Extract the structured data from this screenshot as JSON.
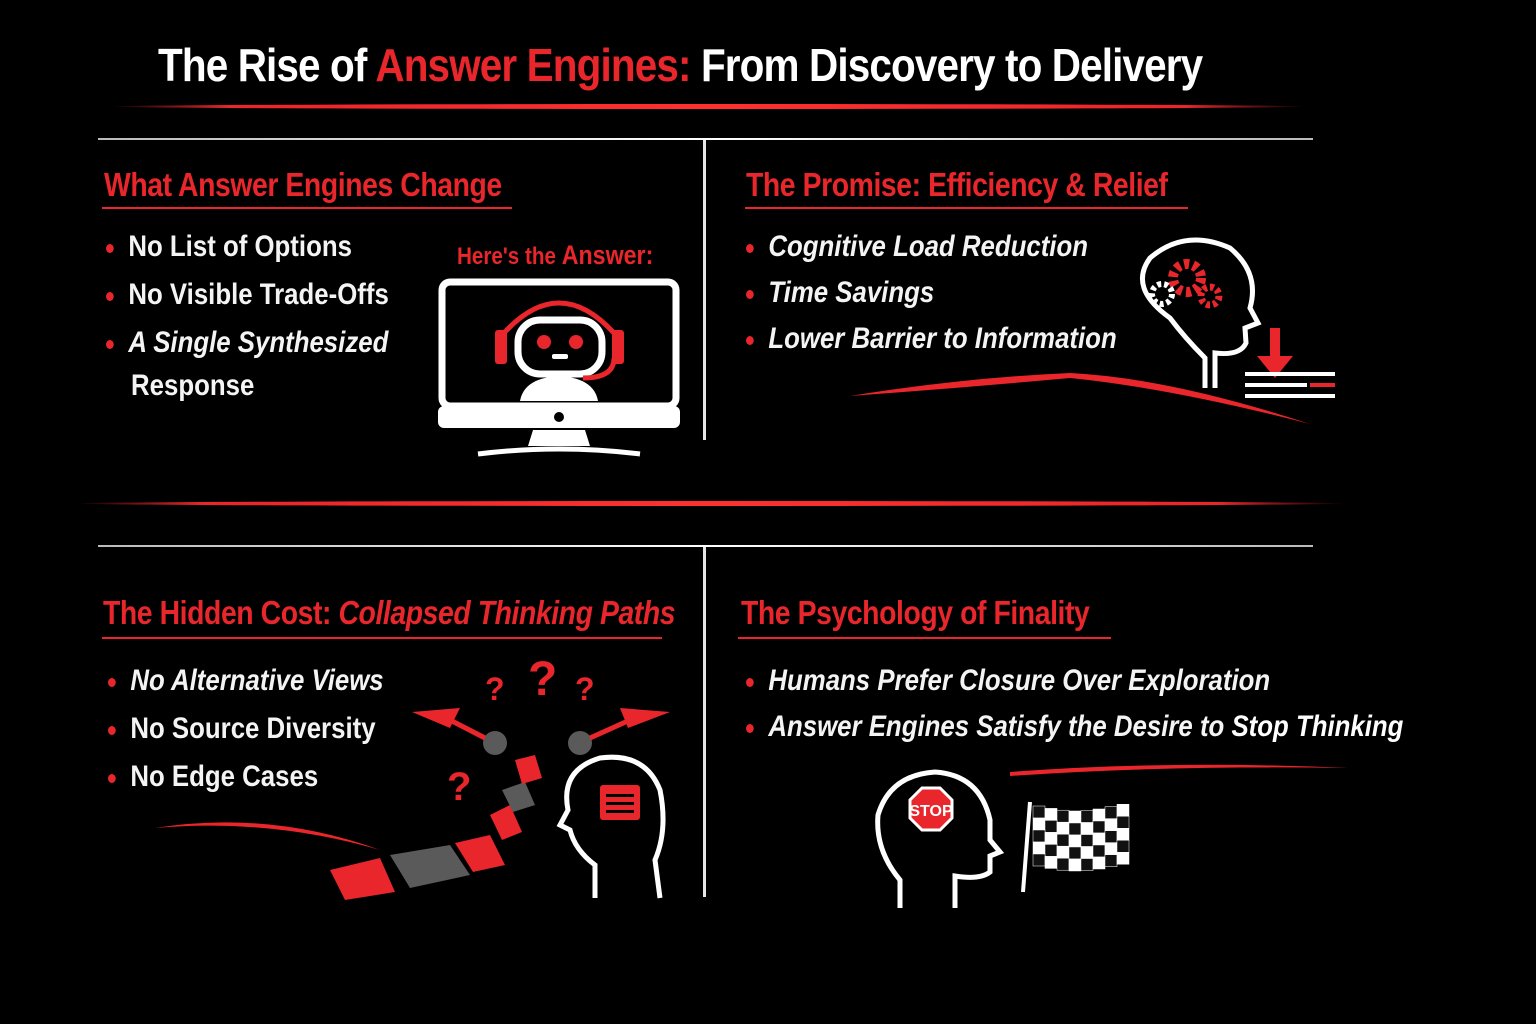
{
  "title": {
    "prefix": "The Rise of ",
    "accent": "Answer Engines:",
    "suffix": " From Discovery to Delivery"
  },
  "colors": {
    "accent": "#e8262b",
    "text": "#f4f4f4",
    "background": "#000000",
    "gray": "#5a5a5a"
  },
  "sections": {
    "change": {
      "heading": "What Answer Engines Change",
      "bullets": [
        "No List of Options",
        "No Visible Trade-Offs",
        "A Single Synthesized",
        "Response"
      ],
      "callout_prefix": "Here's the ",
      "callout_emphasis": "Answer:",
      "icon": "monitor-robot-assistant"
    },
    "promise": {
      "heading": "The Promise: Efficiency & Relief",
      "bullets": [
        "Cognitive Load Reduction",
        "Time Savings",
        "Lower Barrier to Information"
      ],
      "icon": "head-gears-download"
    },
    "hidden_cost": {
      "heading_prefix": "The Hidden Cost: ",
      "heading_italic": "Collapsed Thinking Paths",
      "bullets": [
        "No Alternative Views",
        "No Source Diversity",
        "No Edge Cases"
      ],
      "question_marks": [
        "?",
        "?",
        "?",
        "?"
      ],
      "icon": "collapsing-path-head"
    },
    "finality": {
      "heading": "The Psychology of Finality",
      "bullets": [
        "Humans Prefer Closure Over Exploration"
      ],
      "bullet2_prefix": "Answer Engines Satisfy the Desire to ",
      "bullet2_emphasis": "Stop Thinking",
      "stop_sign_text": "STOP",
      "icon": "head-stop-checkered-flag"
    }
  }
}
